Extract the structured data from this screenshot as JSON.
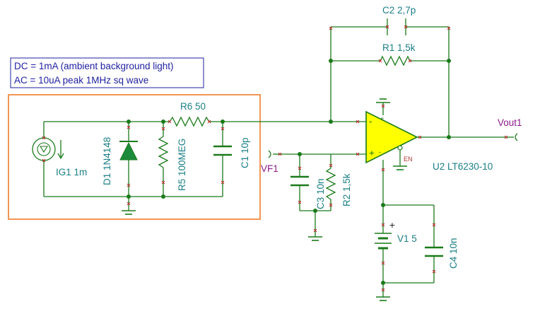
{
  "annotation": {
    "line1": "DC = 1mA (ambient background light)",
    "line2": "AC = 10uA peak 1MHz sq wave"
  },
  "components": {
    "c2": "C2 2,7p",
    "r1": "R1 1,5k",
    "r6": "R6 50",
    "d1": "D1 1N4148",
    "r5": "R5 100MEG",
    "c1": "C1 10p",
    "ig1": "IG1 1m",
    "c3": "C3 10n",
    "r2": "R2 1,5k",
    "u2": "U2 LT6230-10",
    "v1": "V1 5",
    "c4": "C4 10n"
  },
  "nets": {
    "vf1": "VF1",
    "vout1": "Vout1"
  },
  "opamp": {
    "minus": "-",
    "plus": "+",
    "en": "EN"
  },
  "battery_plus": "+",
  "colors": {
    "wire": "#1a7a1a",
    "label": "#1b7f86",
    "net_label": "#8b1a8b",
    "note_text": "#1f1fa0",
    "note_border": "#1f1fa0",
    "group_border": "#f08a40",
    "opamp_fill": "#ffff00",
    "pin_marker": "#c03030"
  }
}
